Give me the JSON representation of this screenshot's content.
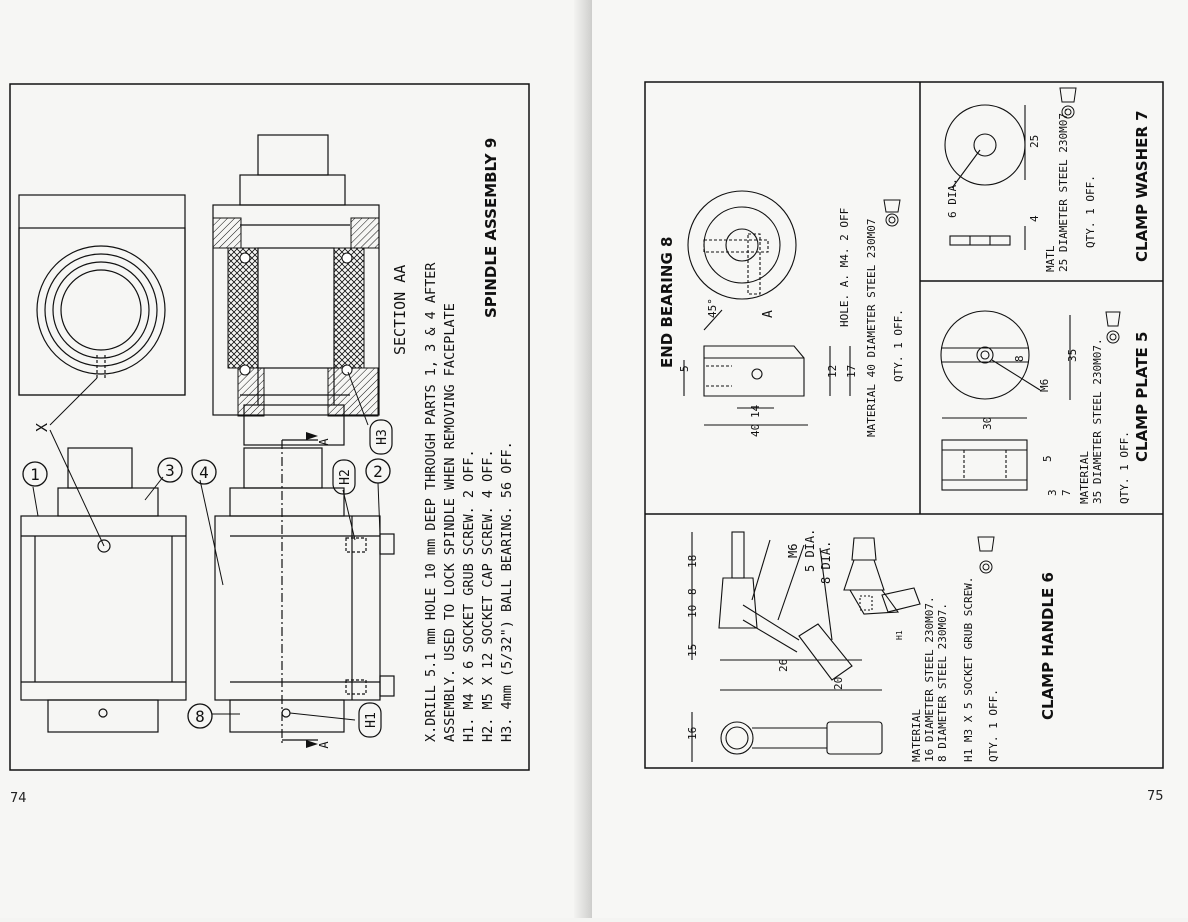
{
  "left_page": {
    "page_number": "74",
    "balloons": [
      "1",
      "3",
      "4",
      "2",
      "8"
    ],
    "callouts": {
      "x": "X",
      "h1": "H1",
      "h2": "H2",
      "h3": "H3",
      "section_marker": "A"
    },
    "section_label": "SECTION AA",
    "notes": [
      "X.DRILL 5.1 mm HOLE 10 mm DEEP THROUGH PARTS 1, 3 & 4 AFTER",
      "ASSEMBLY. USED TO LOCK SPINDLE WHEN REMOVING FACEPLATE",
      "H1. M4 X 6 SOCKET GRUB SCREW. 2 OFF.",
      "H2. M5 X 12 SOCKET CAP SCREW. 4 OFF.",
      "H3. 4mm (5/32\") BALL BEARING. 56 OFF."
    ],
    "title": "SPINDLE ASSEMBLY 9"
  },
  "right_page": {
    "page_number": "75",
    "end_bearing": {
      "title": "END BEARING 8",
      "dims": [
        "5",
        "45°",
        "12",
        "17",
        "14",
        "40"
      ],
      "hole_label": "A",
      "notes": [
        "HOLE. A. M4. 2 OFF",
        "MATERIAL 40 DIAMETER STEEL 230M07",
        "QTY. 1 OFF."
      ]
    },
    "clamp_washer": {
      "title": "CLAMP WASHER 7",
      "dims": [
        "6 DIA.",
        "25",
        "4"
      ],
      "notes": [
        "MATL",
        "25 DIAMETER STEEL 230M07.",
        "QTY. 1 OFF."
      ]
    },
    "clamp_plate": {
      "title": "CLAMP PLATE 5",
      "dims": [
        "30",
        "8",
        "M6",
        "35",
        "5",
        "3",
        "7"
      ],
      "notes": [
        "MATERIAL",
        "35 DIAMETER STEEL 230M07.",
        "QTY. 1 OFF."
      ]
    },
    "clamp_handle": {
      "title": "CLAMP HANDLE 6",
      "dims": [
        "18",
        "8",
        "10",
        "15",
        "M6",
        "5 DIA.",
        "8 DIA.",
        "26",
        "20",
        "16",
        "H1"
      ],
      "notes": [
        "MATERIAL",
        "16 DIAMETER STEEL 230M07.",
        "8 DIAMETER STEEL 230M07.",
        "H1  M3 X 5 SOCKET GRUB SCREW.",
        "QTY. 1 OFF."
      ]
    }
  }
}
